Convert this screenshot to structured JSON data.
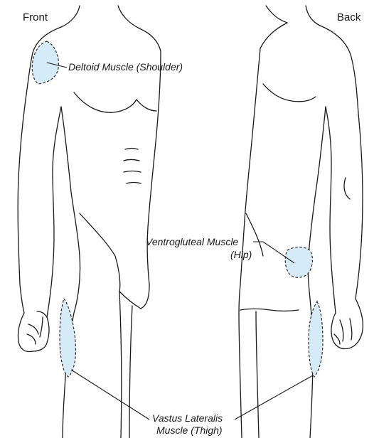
{
  "headers": {
    "front": "Front",
    "back": "Back"
  },
  "labels": {
    "deltoid": "Deltoid Muscle (Shoulder)",
    "ventrogluteal_line1": "Ventrogluteal Muscle",
    "ventrogluteal_line2": "(Hip)",
    "vastus_line1": "Vastus Lateralis",
    "vastus_line2": "Muscle (Thigh)"
  },
  "colors": {
    "injection_site_fill": "#d6ebf8",
    "outline": "#1a1a1a"
  }
}
